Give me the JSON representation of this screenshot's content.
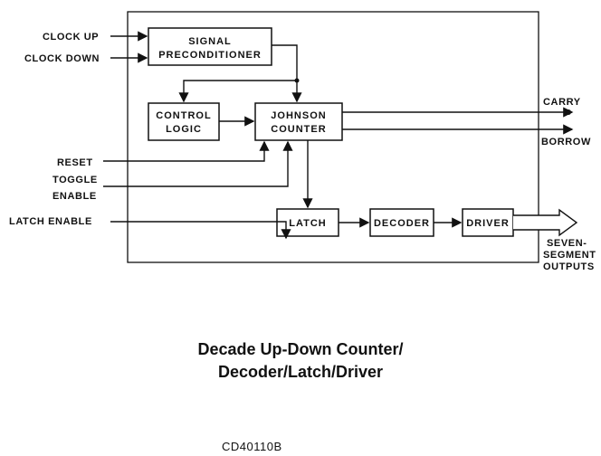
{
  "blocks": {
    "signal_preconditioner": [
      "SIGNAL",
      "PRECONDITIONER"
    ],
    "control_logic": [
      "CONTROL",
      "LOGIC"
    ],
    "johnson_counter": [
      "JOHNSON",
      "COUNTER"
    ],
    "latch": "LATCH",
    "decoder": "DECODER",
    "driver": "DRIVER"
  },
  "inputs": {
    "clock_up": "CLOCK UP",
    "clock_down": "CLOCK DOWN",
    "reset": "RESET",
    "toggle_enable": [
      "TOGGLE",
      "ENABLE"
    ],
    "latch_enable": "LATCH ENABLE"
  },
  "outputs": {
    "carry": "CARRY",
    "borrow": "BORROW",
    "seven_segment": [
      "SEVEN-",
      "SEGMENT",
      "OUTPUTS"
    ]
  },
  "title": [
    "Decade Up-Down Counter/",
    "Decoder/Latch/Driver"
  ],
  "part_number": "CD40110B"
}
